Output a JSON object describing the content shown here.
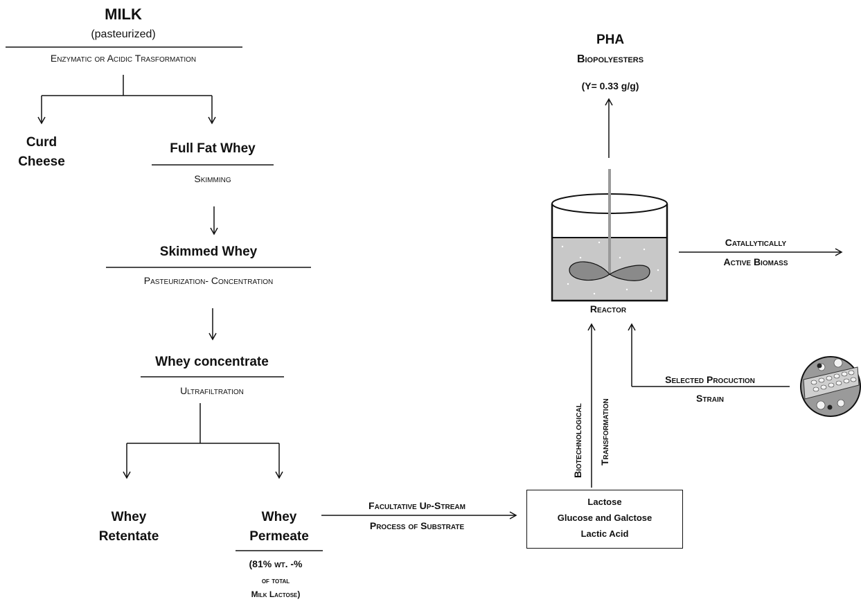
{
  "milk": {
    "title": "MILK",
    "subtitle": "(pasteurized)",
    "process": "Enzymatic or Acidic Trasformation"
  },
  "curd": {
    "line1": "Curd",
    "line2": "Cheese"
  },
  "full_fat_whey": {
    "title": "Full Fat Whey",
    "process": "Skimming"
  },
  "skimmed_whey": {
    "title": "Skimmed Whey",
    "process": "Pasteurization-  Concentration"
  },
  "whey_concentrate": {
    "title": "Whey concentrate",
    "process": "Ultrafiltration"
  },
  "retentate": {
    "line1": "Whey",
    "line2": "Retentate"
  },
  "permeate": {
    "line1": "Whey",
    "line2": "Permeate",
    "note1": "(81% wt. -%",
    "note2": "of total",
    "note3": "Milk Lactose)"
  },
  "upstream": {
    "line1": "Facultative Up-Stream",
    "line2": "Process  of Substrate"
  },
  "substrate_box": {
    "line1": "Lactose",
    "line2": "Glucose and Galctose",
    "line3": "Lactic Acid"
  },
  "biotech": {
    "line1": "Biotechnological",
    "line2": "Transformation"
  },
  "reactor": {
    "label": "Reactor"
  },
  "strain": {
    "line1": "Selected Procuction",
    "line2": "Strain"
  },
  "biomass": {
    "line1": "Catallytically",
    "line2": "Active Biomass"
  },
  "pha": {
    "title": "PHA",
    "subtitle": "Biopolyesters",
    "yield": "(Y= 0.33 g/g)"
  },
  "colors": {
    "ink": "#111111",
    "reactor_liquid": "#c8c8c8",
    "impeller": "#8a8a8a",
    "shaft": "#9a9a9a"
  },
  "icons": {
    "strain_image": "bacteria-micrograph-icon",
    "reactor_image": "stirred-reactor-icon"
  }
}
